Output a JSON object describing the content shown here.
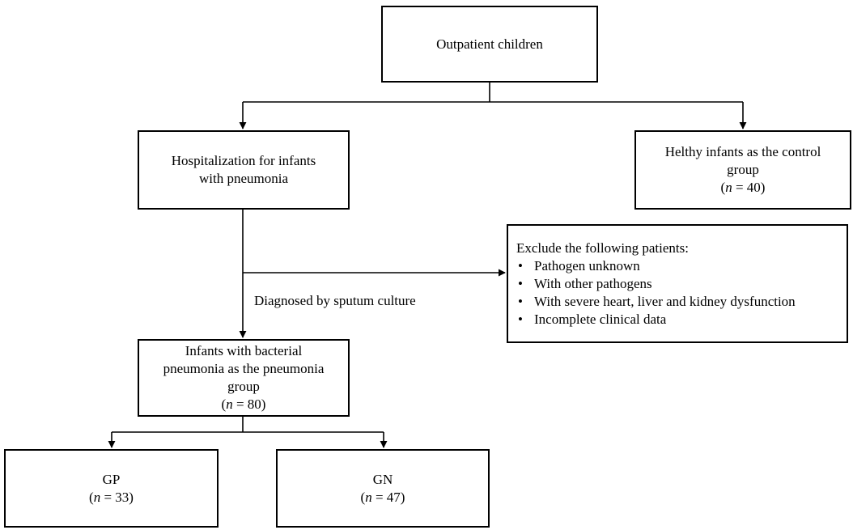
{
  "nodes": {
    "outpatient": {
      "label": "Outpatient children"
    },
    "hospitalization": {
      "lines": [
        "Hospitalization for infants",
        "with pneumonia"
      ]
    },
    "control": {
      "lines": [
        "Helthy infants as the control",
        "group"
      ],
      "n": "40"
    },
    "exclude": {
      "title": "Exclude the following patients:",
      "items": [
        "Pathogen unknown",
        "With other pathogens",
        "With severe heart, liver and kidney dysfunction",
        "Incomplete clinical data"
      ]
    },
    "pneumonia_group": {
      "lines": [
        "Infants with bacterial",
        "pneumonia as the pneumonia",
        "group"
      ],
      "n": "80"
    },
    "gp": {
      "label": "GP",
      "n": "33"
    },
    "gn": {
      "label": "GN",
      "n": "47"
    }
  },
  "edge_labels": {
    "sputum": "Diagnosed by sputum culture"
  },
  "n_symbol": "n",
  "n_prefix": "(",
  "n_eq": " = ",
  "n_suffix": ")"
}
